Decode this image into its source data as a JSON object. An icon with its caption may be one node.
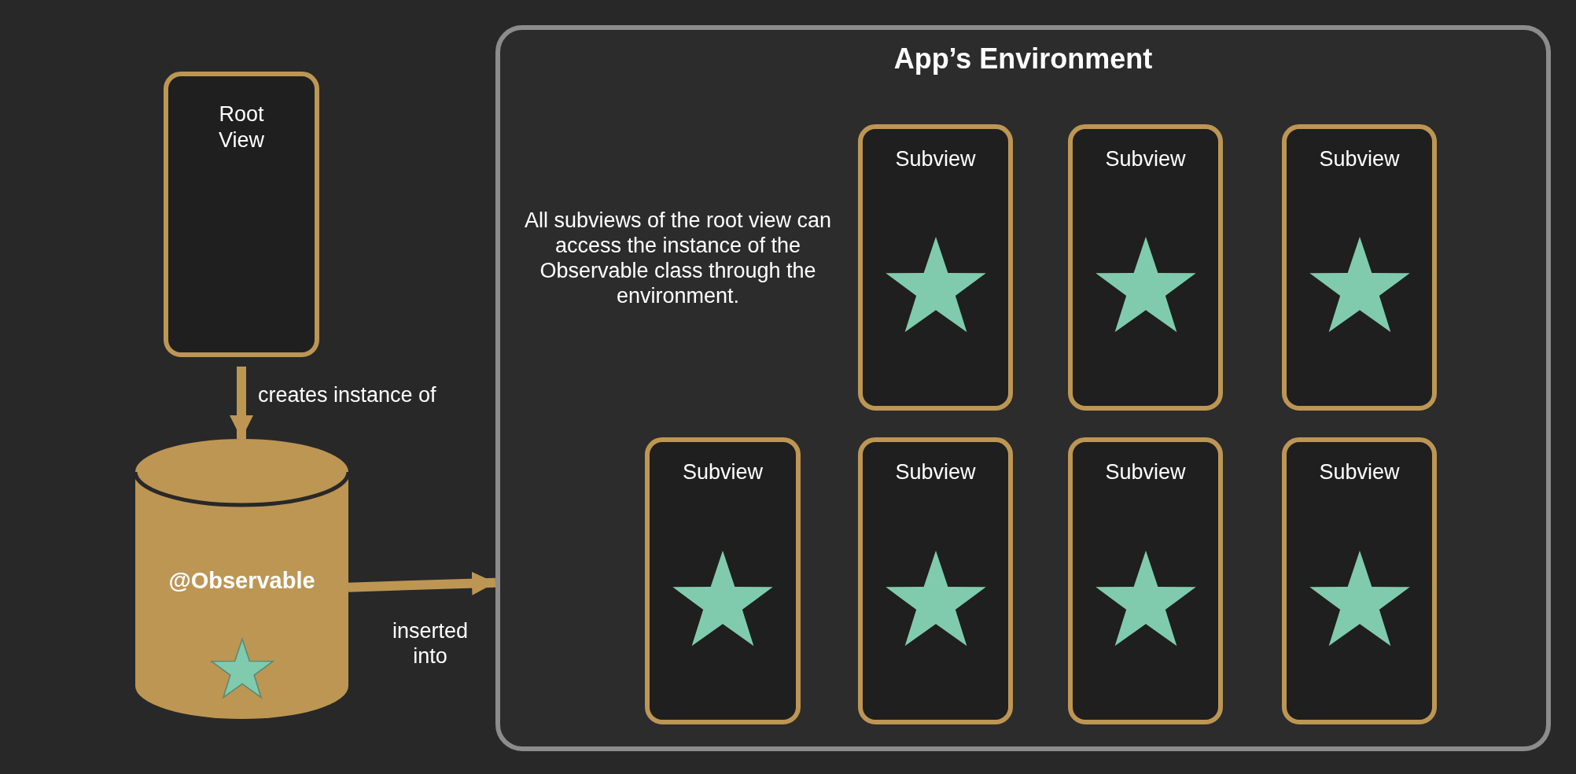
{
  "diagram": {
    "nodes": [
      {
        "text": [
          "Root View"
        ]
      },
      {
        "text": [
          "@Observable"
        ]
      },
      {
        "text": [
          "App’s Environment"
        ]
      },
      {
        "text": [
          "Subview"
        ],
        "in": 2
      },
      {
        "text": [
          "Subview"
        ],
        "in": 2
      },
      {
        "text": [
          "Subview"
        ],
        "in": 2
      },
      {
        "text": [
          "Subview"
        ],
        "in": 2
      },
      {
        "text": [
          "Subview"
        ],
        "in": 2
      },
      {
        "text": [
          "Subview"
        ],
        "in": 2
      },
      {
        "text": [
          "Subview"
        ],
        "in": 2
      }
    ],
    "edges": [
      {
        "from": 0,
        "to": 1,
        "arrow": "to",
        "label": "creates instance of"
      },
      {
        "from": 1,
        "to": 2,
        "arrow": "to",
        "label": "inserted into"
      }
    ],
    "labels": [
      "All subviews of the root view can access the instance of the Observable class through the environment."
    ]
  }
}
